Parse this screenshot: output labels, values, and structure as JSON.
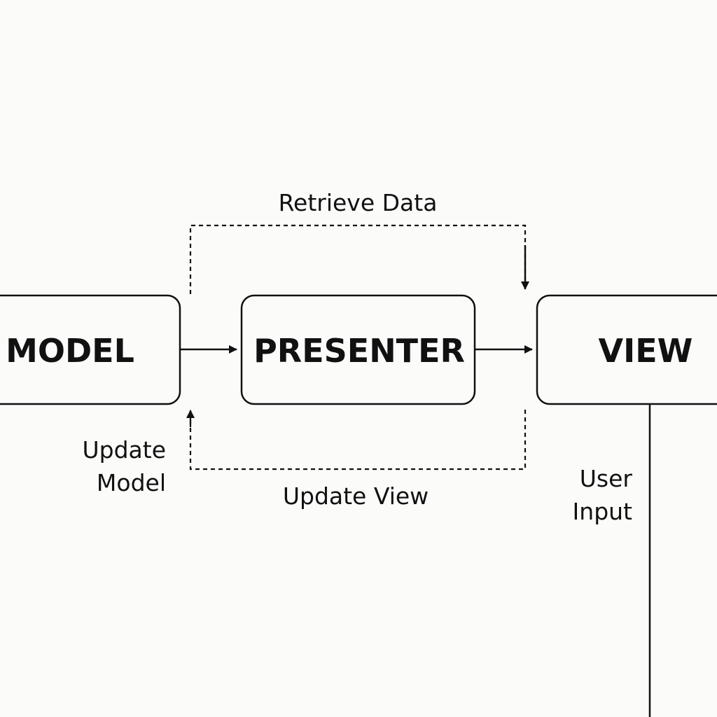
{
  "nodes": {
    "model": "MODEL",
    "presenter": "PRESENTER",
    "view": "VIEW"
  },
  "edges": {
    "retrieve_data": "Retrieve Data",
    "update_model": [
      "Update",
      "Model"
    ],
    "update_view": "Update View",
    "user_input": [
      "User",
      "Input"
    ]
  },
  "colors": {
    "stroke": "#111111",
    "background": "#fbfbfa"
  }
}
